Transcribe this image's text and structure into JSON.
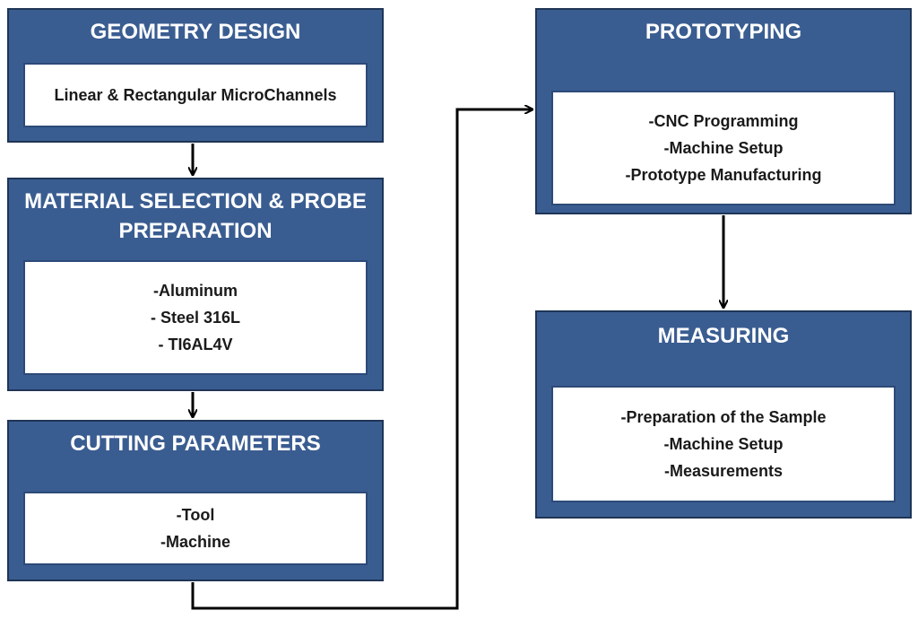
{
  "stages": {
    "geometry": {
      "title": "GEOMETRY DESIGN",
      "items": [
        "Linear & Rectangular  MicroChannels"
      ]
    },
    "material": {
      "title_line1": "MATERIAL SELECTION & PROBE",
      "title_line2": "PREPARATION",
      "items": [
        "-Aluminum",
        "- Steel 316L",
        "- TI6AL4V"
      ]
    },
    "cutting": {
      "title": "CUTTING PARAMETERS",
      "items": [
        "-Tool",
        "-Machine"
      ]
    },
    "prototyping": {
      "title": "PROTOTYPING",
      "items": [
        "-CNC Programming",
        "-Machine Setup",
        "-Prototype Manufacturing"
      ]
    },
    "measuring": {
      "title": "MEASURING",
      "items": [
        "-Preparation of the Sample",
        "-Machine Setup",
        "-Measurements"
      ]
    }
  },
  "colors": {
    "box_fill": "#3a5d91",
    "box_border": "#1f3556",
    "title_text": "#ffffff",
    "body_fill": "#ffffff",
    "connector": "#000000"
  }
}
